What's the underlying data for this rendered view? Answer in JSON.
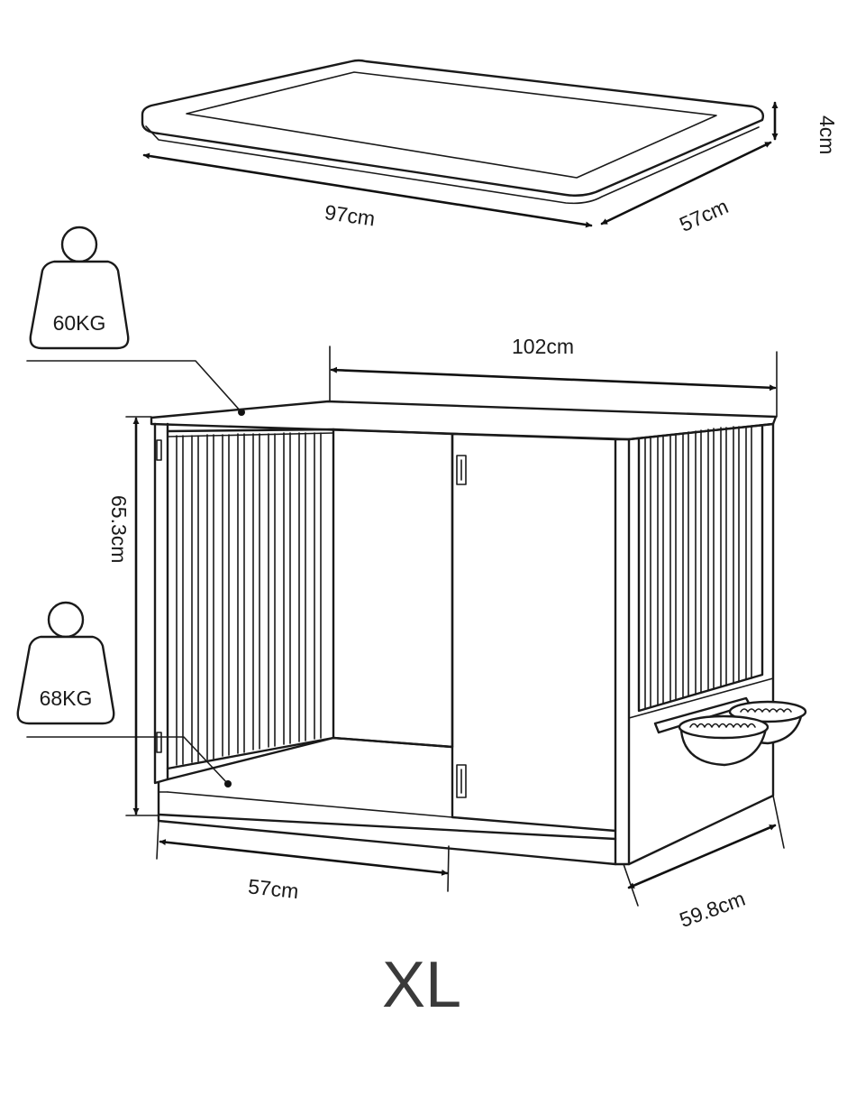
{
  "cushion": {
    "length_label": "97cm",
    "width_label": "57cm",
    "thickness_label": "4cm"
  },
  "crate": {
    "width_label": "102cm",
    "height_label": "65.3cm",
    "front_depth_label": "57cm",
    "side_depth_label": "59.8cm"
  },
  "load": {
    "top_weight_label": "60KG",
    "floor_weight_label": "68KG"
  },
  "size_label": "XL",
  "colors": {
    "ink": "#1a1a1a",
    "size_text": "#3a3a3a"
  }
}
